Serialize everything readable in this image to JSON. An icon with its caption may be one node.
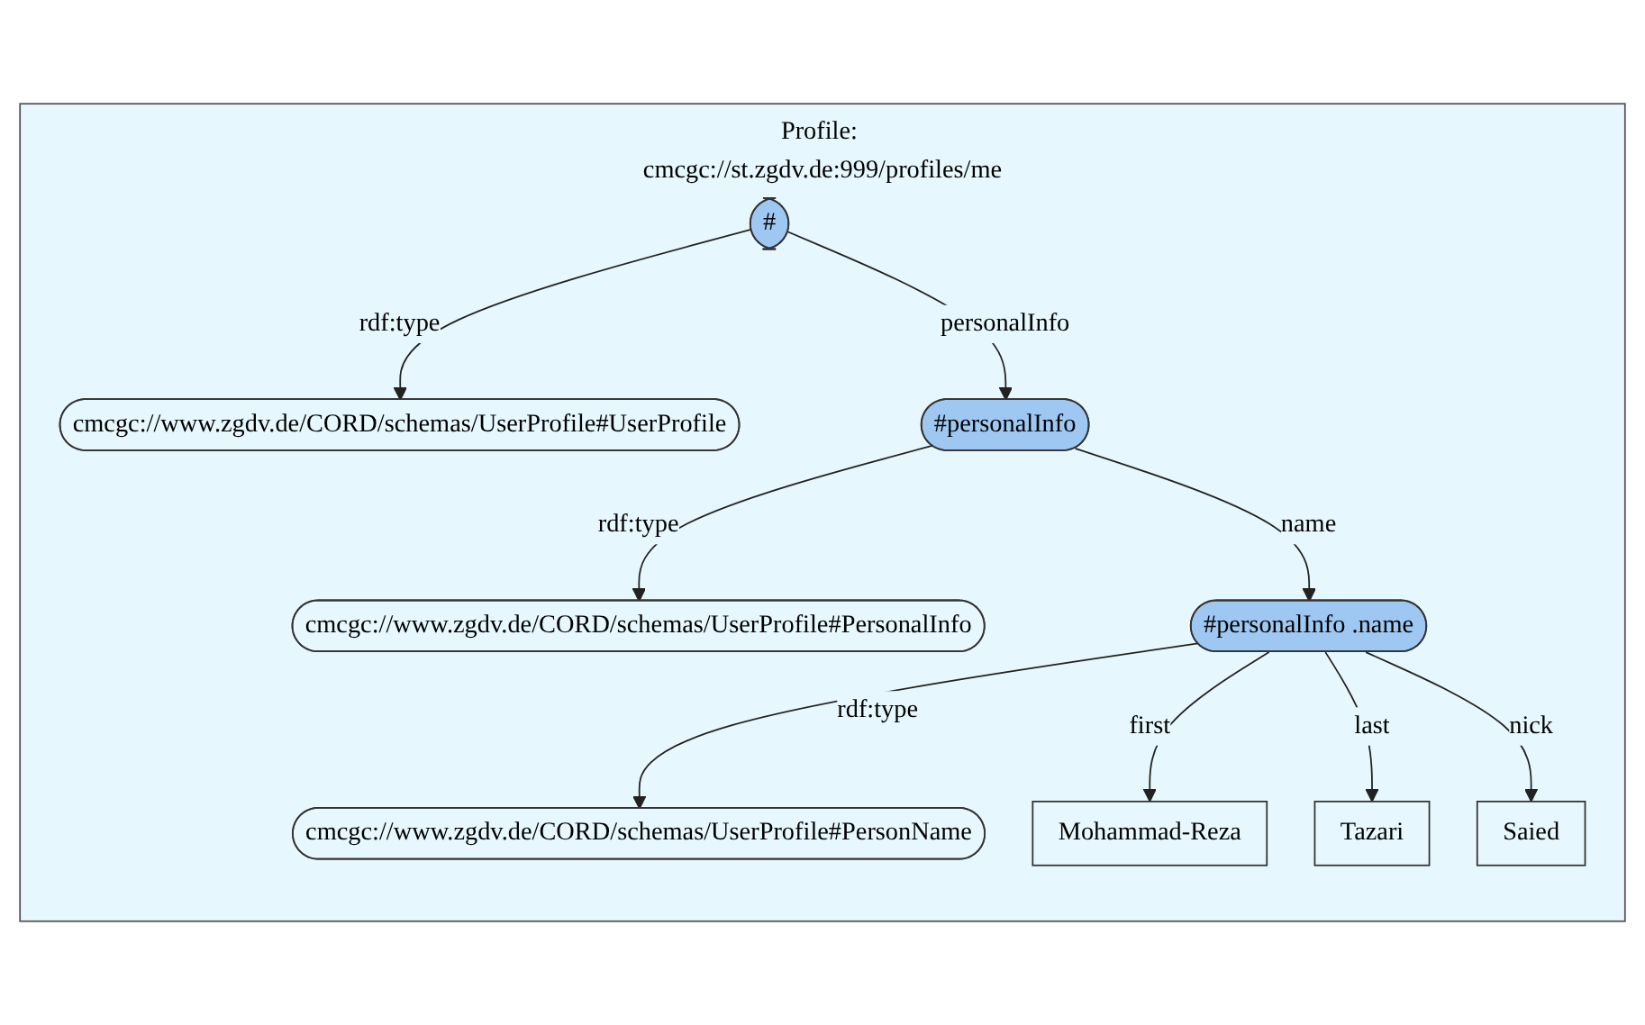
{
  "diagram": {
    "nodes": [
      {
        "text": [
          "Profile: cmcgc://st.zgdv.de:999/profiles/me"
        ]
      },
      {
        "text": [
          "#"
        ],
        "in": 0
      },
      {
        "text": [
          "cmcgc://www.zgdv.de/CORD/schemas/UserProfile#UserProfile"
        ],
        "in": 0
      },
      {
        "text": [
          "#personalInfo"
        ],
        "in": 0
      },
      {
        "text": [
          "cmcgc://www.zgdv.de/CORD/schemas/UserProfile#PersonalInfo"
        ],
        "in": 0
      },
      {
        "text": [
          "#personalInfo .name"
        ],
        "in": 0
      },
      {
        "text": [
          "cmcgc://www.zgdv.de/CORD/schemas/UserProfile#PersonName"
        ],
        "in": 0
      },
      {
        "text": [
          "Mohammad-Reza"
        ],
        "in": 0
      },
      {
        "text": [
          "Tazari"
        ],
        "in": 0
      },
      {
        "text": [
          "Saied"
        ],
        "in": 0
      }
    ],
    "edges": [
      {
        "from": 1,
        "to": 2,
        "label": "rdf:type",
        "arrow": "to"
      },
      {
        "from": 1,
        "to": 3,
        "label": "personalInfo",
        "arrow": "to"
      },
      {
        "from": 3,
        "to": 4,
        "label": "rdf:type",
        "arrow": "to"
      },
      {
        "from": 3,
        "to": 5,
        "label": "name",
        "arrow": "to"
      },
      {
        "from": 5,
        "to": 6,
        "label": "rdf:type",
        "arrow": "to"
      },
      {
        "from": 5,
        "to": 7,
        "label": "first",
        "arrow": "to"
      },
      {
        "from": 5,
        "to": 8,
        "label": "last",
        "arrow": "to"
      },
      {
        "from": 5,
        "to": 9,
        "label": "nick",
        "arrow": "to"
      }
    ]
  }
}
